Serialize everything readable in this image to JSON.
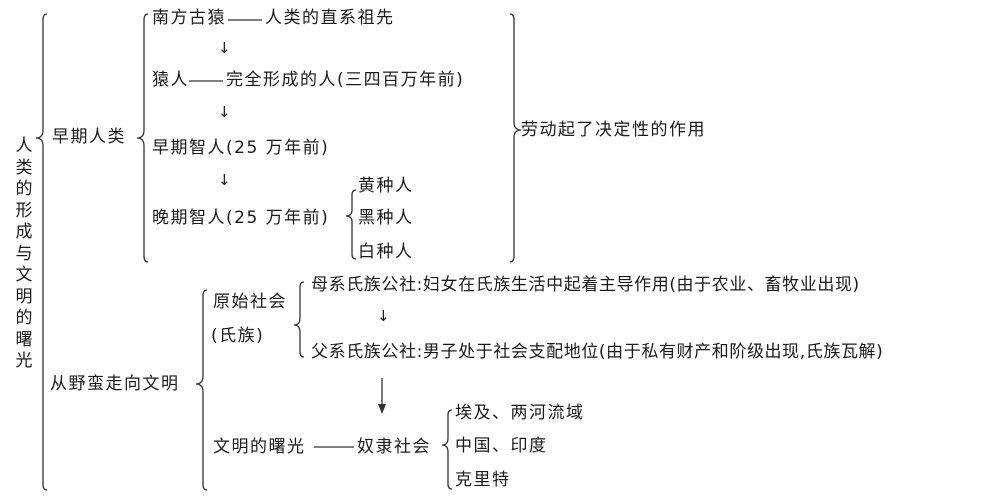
{
  "root": {
    "title": "人类的形成与文明的曙光"
  },
  "early_humans": {
    "label": "早期人类",
    "stages": [
      "南方古猿——人类的直系祖先",
      "猿人——完全形成的人（三四百万年前）",
      "早期智人（25万年前）",
      "晚期智人（25万年前）"
    ],
    "stage_parts": {
      "s0_a": "南方古猿",
      "s0_b": "人类的直系祖先",
      "s1_a": "猿人",
      "s1_b": "完全形成的人(三四百万年前)",
      "s2": "早期智人(25 万年前)",
      "s3": "晚期智人(25 万年前)"
    },
    "races": [
      "黄种人",
      "黑种人",
      "白种人"
    ],
    "conclusion": "劳动起了决定性的作用"
  },
  "barbarism_to_civilization": {
    "label": "从野蛮走向文明",
    "primitive_society": {
      "label_line1": "原始社会",
      "label_line2": "(氏族)",
      "matrilineal": "母系氏族公社:妇女在氏族生活中起着主导作用(由于农业、畜牧业出现)",
      "patrilineal": "父系氏族公社:男子处于社会支配地位(由于私有财产和阶级出现,氏族瓦解)"
    },
    "dawn": {
      "label_a": "文明的曙光",
      "label_b": "奴隶社会",
      "regions": [
        "埃及、两河流域",
        "中国、印度",
        "克里特"
      ]
    }
  },
  "colors": {
    "ink": "#1a1a1a",
    "background": "#ffffff"
  }
}
